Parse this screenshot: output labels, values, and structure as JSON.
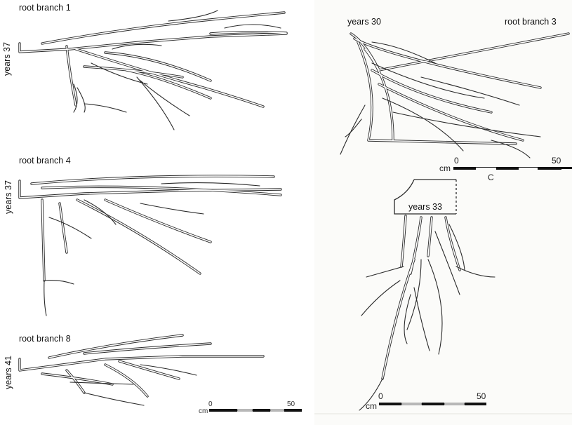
{
  "panels": [
    {
      "label": "root branch 1",
      "age": "years 37"
    },
    {
      "label": "root branch 4",
      "age": "years 37"
    },
    {
      "label": "root branch 8",
      "age": "years 41"
    },
    {
      "label": "root branch 3",
      "age": "years 30"
    },
    {
      "age": "years 33"
    }
  ],
  "scales": [
    {
      "unit": "cm",
      "start": "0",
      "end": "50",
      "caption": "C"
    },
    {
      "unit": "cm",
      "start": "0",
      "end": "50"
    },
    {
      "unit": "cm",
      "start": "0",
      "end": "50"
    }
  ]
}
